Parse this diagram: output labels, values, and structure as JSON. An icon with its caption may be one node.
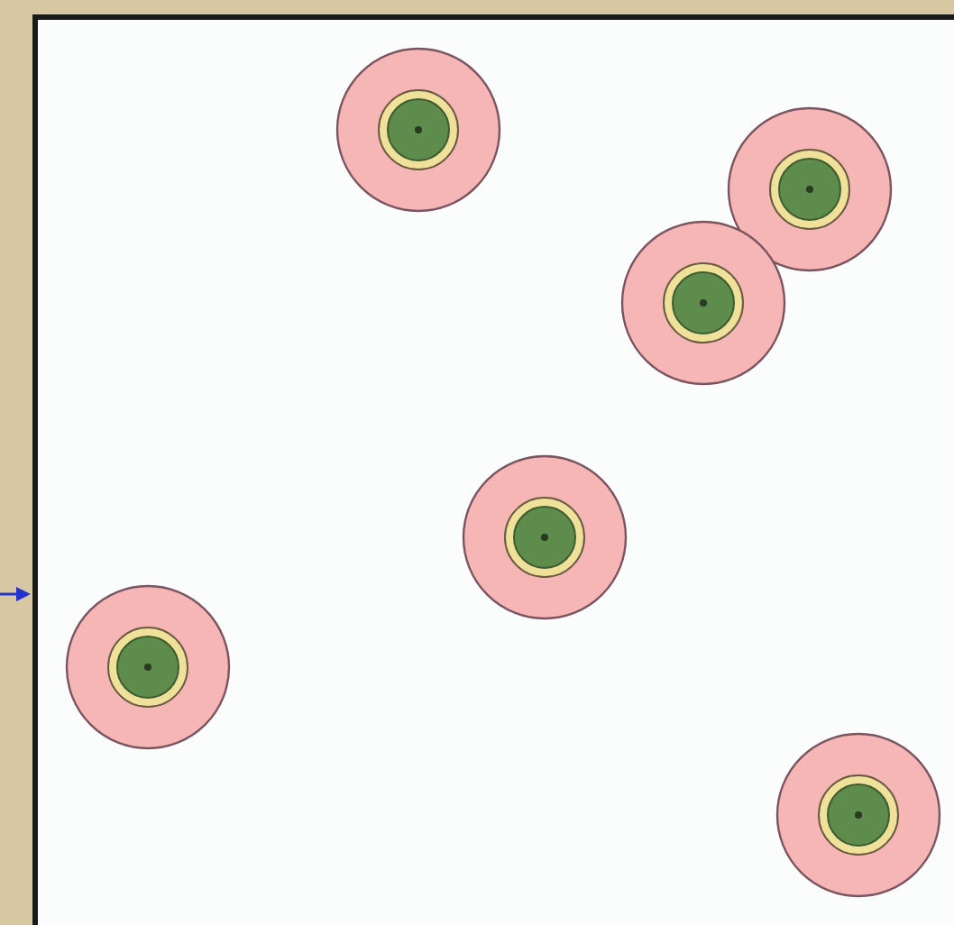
{
  "diagram": {
    "nodes": [
      {
        "text": [],
        "shape": "box"
      },
      {
        "text": [],
        "shape": "circle",
        "in": 0
      },
      {
        "text": [],
        "shape": "circle",
        "in": 0
      },
      {
        "text": [],
        "shape": "circle",
        "in": 0
      },
      {
        "text": [],
        "shape": "circle",
        "in": 0
      },
      {
        "text": [],
        "shape": "circle",
        "in": 0
      },
      {
        "text": [],
        "shape": "circle",
        "in": 0
      }
    ]
  }
}
